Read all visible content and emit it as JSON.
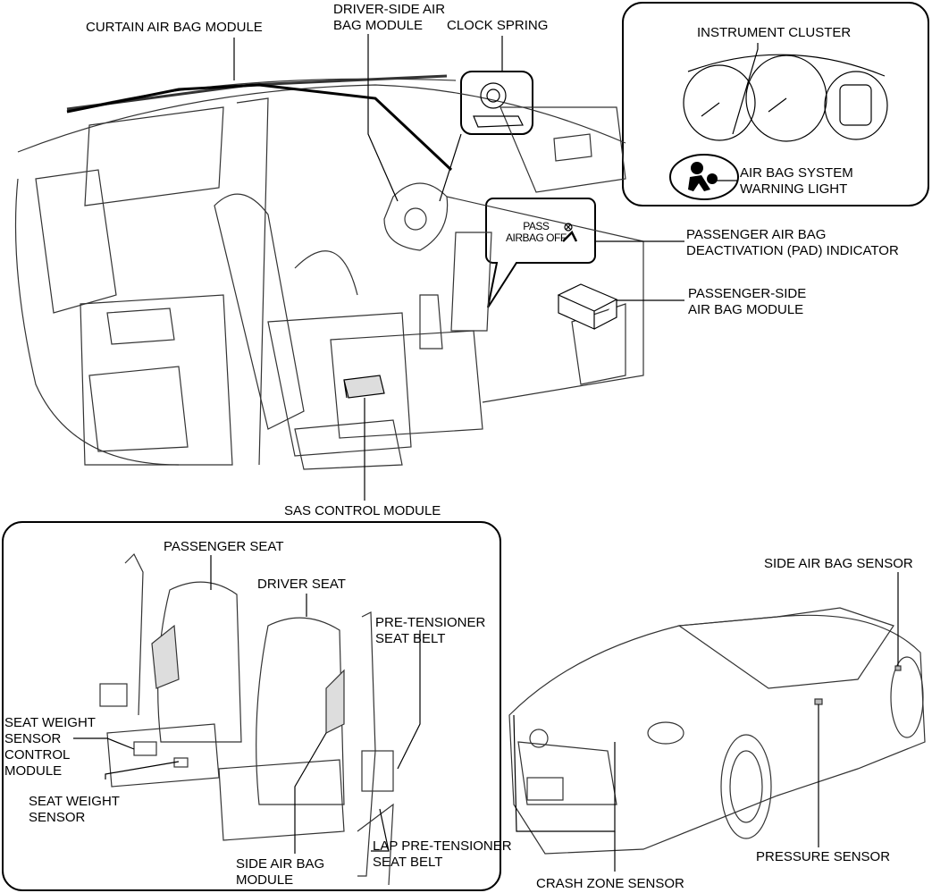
{
  "labels": {
    "curtain_airbag": [
      "CURTAIN AIR BAG MODULE"
    ],
    "driver_airbag": [
      "DRIVER-SIDE AIR",
      "BAG MODULE"
    ],
    "clock_spring": [
      "CLOCK SPRING"
    ],
    "instrument_cluster": [
      "INSTRUMENT CLUSTER"
    ],
    "warning_light": [
      "AIR BAG SYSTEM",
      "WARNING LIGHT"
    ],
    "pad_indicator": [
      "PASSENGER AIR BAG",
      "DEACTIVATION (PAD) INDICATOR"
    ],
    "passenger_airbag": [
      "PASSENGER-SIDE",
      "AIR BAG MODULE"
    ],
    "sas_module": [
      "SAS CONTROL MODULE"
    ],
    "passenger_seat": [
      "PASSENGER SEAT"
    ],
    "driver_seat": [
      "DRIVER SEAT"
    ],
    "pretensioner": [
      "PRE-TENSIONER",
      "SEAT BELT"
    ],
    "seat_weight_control": [
      "SEAT WEIGHT",
      "SENSOR",
      "CONTROL",
      "MODULE"
    ],
    "seat_weight_sensor": [
      "SEAT WEIGHT",
      "SENSOR"
    ],
    "lap_pretensioner": [
      "LAP PRE-TENSIONER",
      "SEAT BELT"
    ],
    "side_airbag_module": [
      "SIDE AIR BAG",
      "MODULE"
    ],
    "side_airbag_sensor": [
      "SIDE AIR BAG SENSOR"
    ],
    "pressure_sensor": [
      "PRESSURE SENSOR"
    ],
    "crash_zone_sensor": [
      "CRASH ZONE SENSOR"
    ]
  },
  "pad_display": {
    "line1": "PASS",
    "line2": "AIRBAG OFF"
  },
  "icons": [
    "airbag-warning-icon",
    "pad-indicator-icon"
  ]
}
